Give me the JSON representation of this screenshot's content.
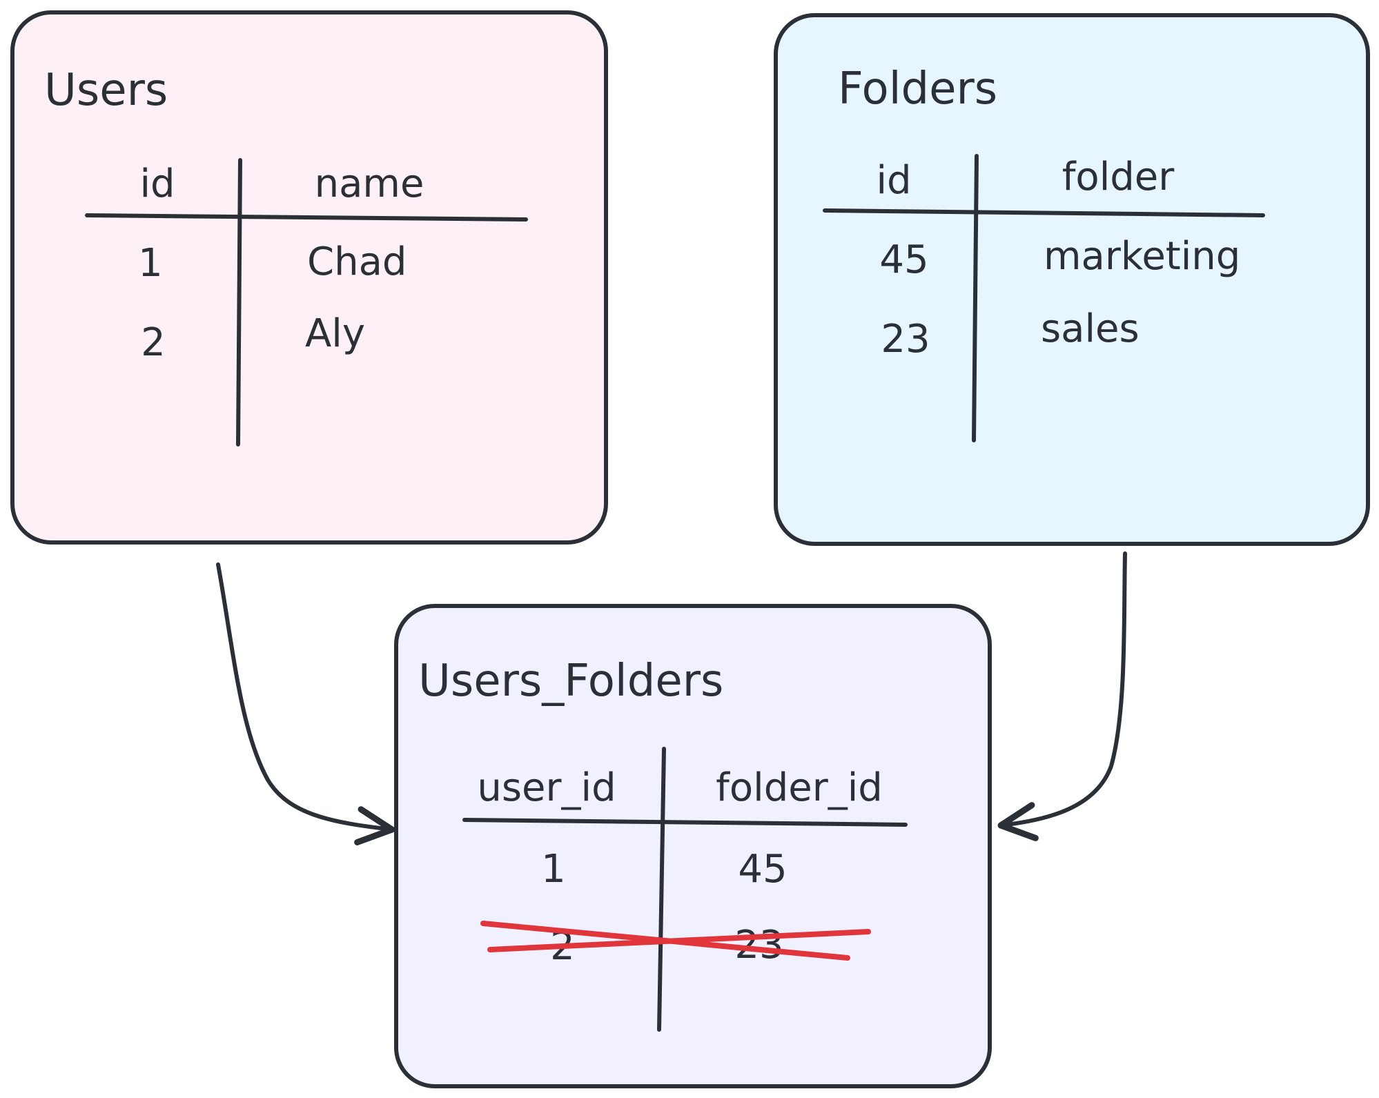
{
  "tables": {
    "users": {
      "title": "Users",
      "fill": "#fdf0f6",
      "columns": [
        "id",
        "name"
      ],
      "rows": [
        [
          "1",
          "Chad"
        ],
        [
          "2",
          "Aly"
        ]
      ]
    },
    "folders": {
      "title": "Folders",
      "fill": "#e6f5fe",
      "columns": [
        "id",
        "folder"
      ],
      "rows": [
        [
          "45",
          "marketing"
        ],
        [
          "23",
          "sales"
        ]
      ]
    },
    "users_folders": {
      "title": "Users_Folders",
      "fill": "#f0f0fe",
      "columns": [
        "user_id",
        "folder_id"
      ],
      "rows": [
        [
          "1",
          "45"
        ],
        [
          "2",
          "23"
        ]
      ],
      "struck_row": 1
    }
  },
  "colors": {
    "stroke": "#2b2f36",
    "strike": "#e0353b"
  }
}
